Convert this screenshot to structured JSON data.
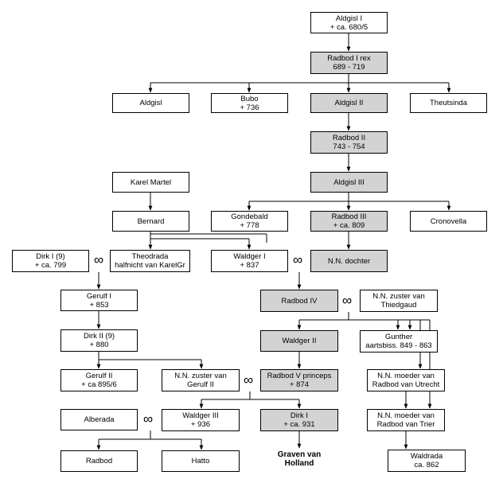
{
  "nodes": {
    "aldgisl1": {
      "line1": "Aldgisl I",
      "line2": "+ ca. 680/5"
    },
    "radbod1": {
      "line1": "Radbod I rex",
      "line2": "689 - 719"
    },
    "aldgisl": {
      "line1": "Aldgisl",
      "line2": ""
    },
    "bubo": {
      "line1": "Bubo",
      "line2": "+ 736"
    },
    "aldgisl2": {
      "line1": "Aldgisl II",
      "line2": ""
    },
    "theutsinda": {
      "line1": "Theutsinda",
      "line2": ""
    },
    "radbod2": {
      "line1": "Radbod II",
      "line2": "743 - 754"
    },
    "karel": {
      "line1": "Karel Martel",
      "line2": ""
    },
    "aldgisl3": {
      "line1": "Aldgisl III",
      "line2": ""
    },
    "bernard": {
      "line1": "Bernard",
      "line2": ""
    },
    "gondebald": {
      "line1": "Gondebald",
      "line2": "+ 778"
    },
    "radbod3": {
      "line1": "Radbod III",
      "line2": "+ ca. 809"
    },
    "cronovella": {
      "line1": "Cronovella",
      "line2": ""
    },
    "dirk1_9": {
      "line1": "Dirk I (9)",
      "line2": "+ ca. 799"
    },
    "theodrada": {
      "line1": "Theodrada",
      "line2": "halfnicht van KarelGr"
    },
    "waldger1": {
      "line1": "Waldger I",
      "line2": "+ 837"
    },
    "nn_dochter": {
      "line1": "N.N. dochter",
      "line2": ""
    },
    "gerulf1": {
      "line1": "Gerulf I",
      "line2": "+ 853"
    },
    "radbod4": {
      "line1": "Radbod IV",
      "line2": ""
    },
    "nn_zuster_thiedgaud": {
      "line1": "N.N. zuster van",
      "line2": "Thiedgaud"
    },
    "dirk2_9": {
      "line1": "Dirk II (9)",
      "line2": "+ 880"
    },
    "waldger2": {
      "line1": "Waldger II",
      "line2": ""
    },
    "gunther": {
      "line1": "Gunther",
      "line2": "aartsbiss. 849 - 863"
    },
    "gerulf2": {
      "line1": "Gerulf II",
      "line2": "+ ca 895/6"
    },
    "nn_zuster_gerulf2": {
      "line1": "N.N. zuster van",
      "line2": "Gerulf II"
    },
    "radbod5": {
      "line1": "Radbod V princeps",
      "line2": "+ 874"
    },
    "nn_moeder_utrecht": {
      "line1": "N.N. moeder van",
      "line2": "Radbod van Utrecht"
    },
    "alberada": {
      "line1": "Alberada",
      "line2": ""
    },
    "waldger3": {
      "line1": "Waldger III",
      "line2": "+ 936"
    },
    "dirk1": {
      "line1": "Dirk I",
      "line2": "+ ca. 931"
    },
    "nn_moeder_trier": {
      "line1": "N.N. moeder van",
      "line2": "Radbod van Trier"
    },
    "radbod": {
      "line1": "Radbod",
      "line2": ""
    },
    "hatto": {
      "line1": "Hatto",
      "line2": ""
    },
    "waldrada": {
      "line1": "Waldrada",
      "line2": "ca. 862"
    }
  },
  "marriage_symbol": "∞",
  "graven_label": {
    "line1": "Graven van",
    "line2": "Holland"
  },
  "colors": {
    "highlight": "#d3d3d3",
    "line": "#000000"
  }
}
